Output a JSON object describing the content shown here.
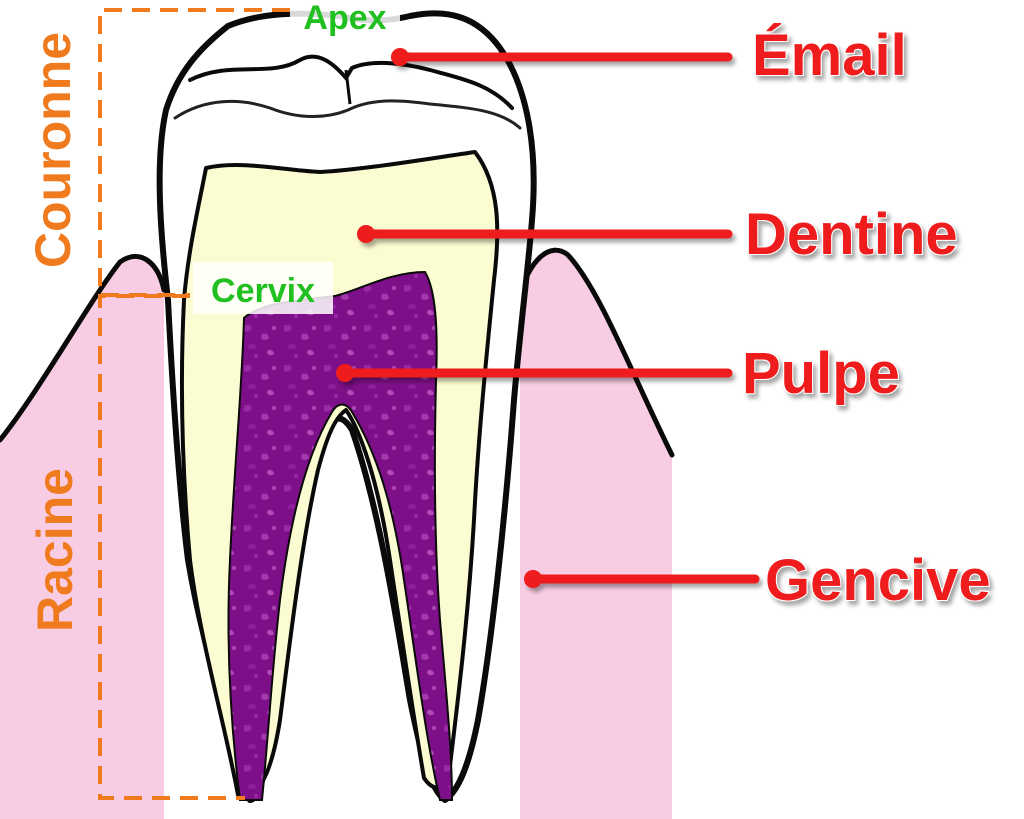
{
  "labels": {
    "email": "Émail",
    "dentine": "Dentine",
    "pulpe": "Pulpe",
    "gencive": "Gencive",
    "couronne": "Couronne",
    "racine": "Racine",
    "apex": "Apex",
    "cervix": "Cervix"
  },
  "colors": {
    "label_red": "#ee1c1c",
    "bracket_orange": "#f07a1e",
    "label_green": "#20c020",
    "gum_pink": "#f8cde3",
    "dentine_cream": "#fcfcd2",
    "pulp_purple": "#7d1088",
    "enamel_white": "#ffffff",
    "outline": "#0a0a0a"
  }
}
